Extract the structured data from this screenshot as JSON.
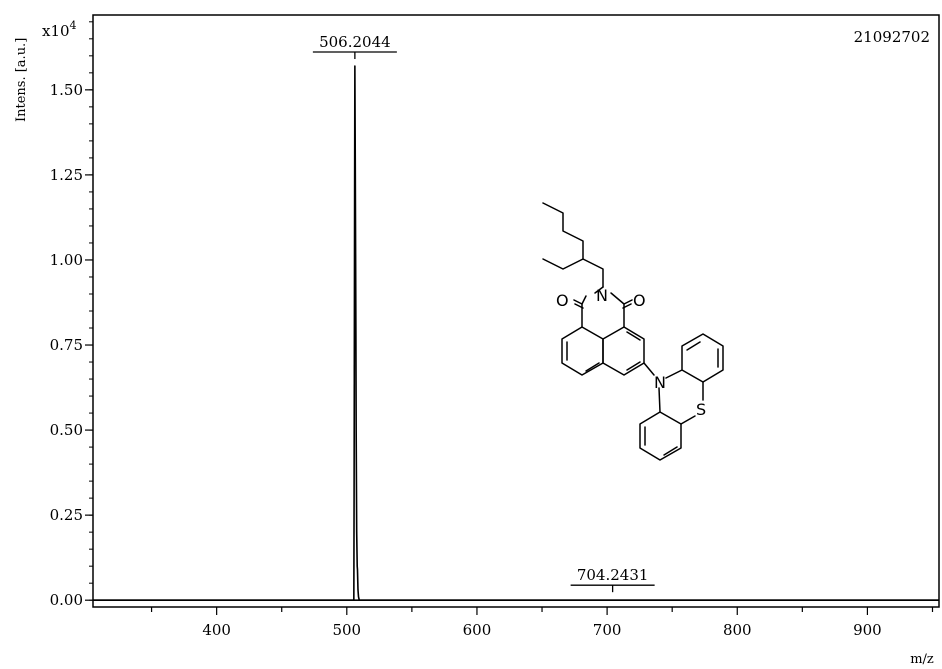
{
  "chart_data": {
    "type": "line",
    "title": "",
    "sample_id": "21092702",
    "ylabel": "Intens. [a.u.]",
    "xlabel": "m/z",
    "y_multiplier_label": "x10",
    "y_multiplier_exp": "4",
    "xlim": [
      305,
      955
    ],
    "ylim": [
      -0.02,
      1.72
    ],
    "x_ticks": [
      400,
      500,
      600,
      700,
      800,
      900
    ],
    "x_tick_labels": [
      "400",
      "500",
      "600",
      "700",
      "800",
      "900"
    ],
    "y_ticks": [
      0.0,
      0.25,
      0.5,
      0.75,
      1.0,
      1.25,
      1.5
    ],
    "y_tick_labels": [
      "0.00",
      "0.25",
      "0.50",
      "0.75",
      "1.00",
      "1.25",
      "1.50"
    ],
    "grid": false,
    "series": [
      {
        "x": [
          305,
          505.4,
          505.6,
          506.0,
          506.2,
          506.5,
          507.0,
          507.2,
          507.6,
          508.0,
          508.2,
          508.6,
          509.0,
          509.6,
          955
        ],
        "y": [
          0,
          0,
          0.3,
          1.2,
          1.57,
          1.3,
          0.78,
          0.5,
          0.2,
          0.1,
          0.09,
          0.03,
          0.01,
          0,
          0
        ]
      }
    ],
    "annotations": [
      {
        "label": "506.2044",
        "x": 506.2044,
        "y": 1.57
      },
      {
        "label": "704.2431",
        "x": 704.2431,
        "y": 0.003
      }
    ]
  },
  "structure": {
    "atoms": [
      "O",
      "N",
      "O",
      "N",
      "S"
    ]
  }
}
